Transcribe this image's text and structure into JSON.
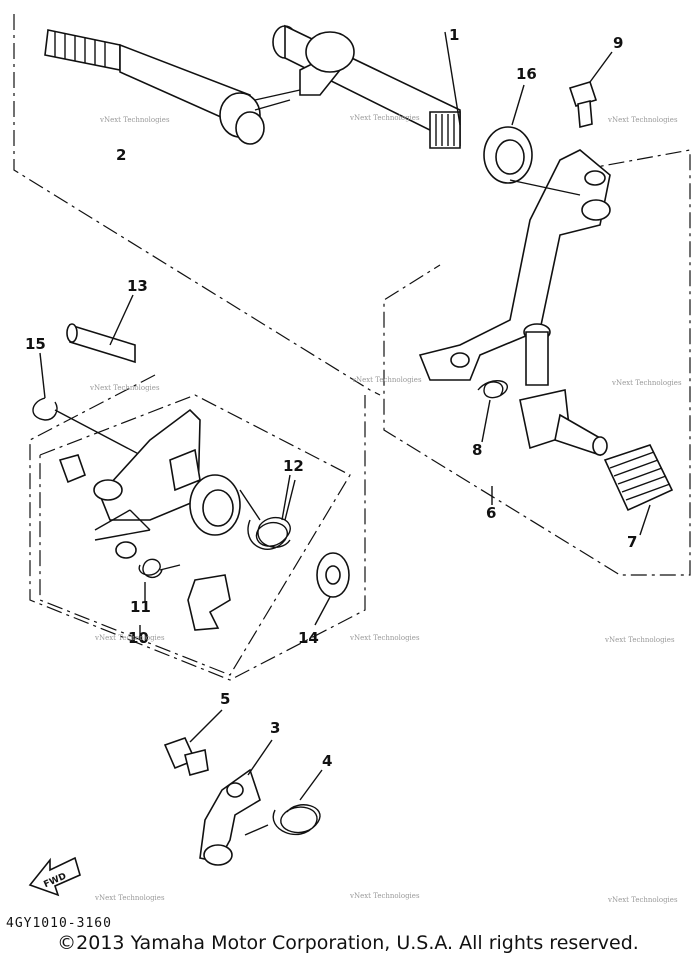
{
  "labels": {
    "p1": "1",
    "p2": "2",
    "p3": "3",
    "p4": "4",
    "p5": "5",
    "p6": "6",
    "p7": "7",
    "p8": "8",
    "p9": "9",
    "p10": "10",
    "p11": "11",
    "p12": "12",
    "p13": "13",
    "p14": "14",
    "p15": "15",
    "p16": "16"
  },
  "fwd_label": "FWD",
  "watermark": "vNext Technologies",
  "diagram_code": "4GY1010-3160",
  "copyright": "©2013 Yamaha Motor Corporation, U.S.A. All rights reserved."
}
